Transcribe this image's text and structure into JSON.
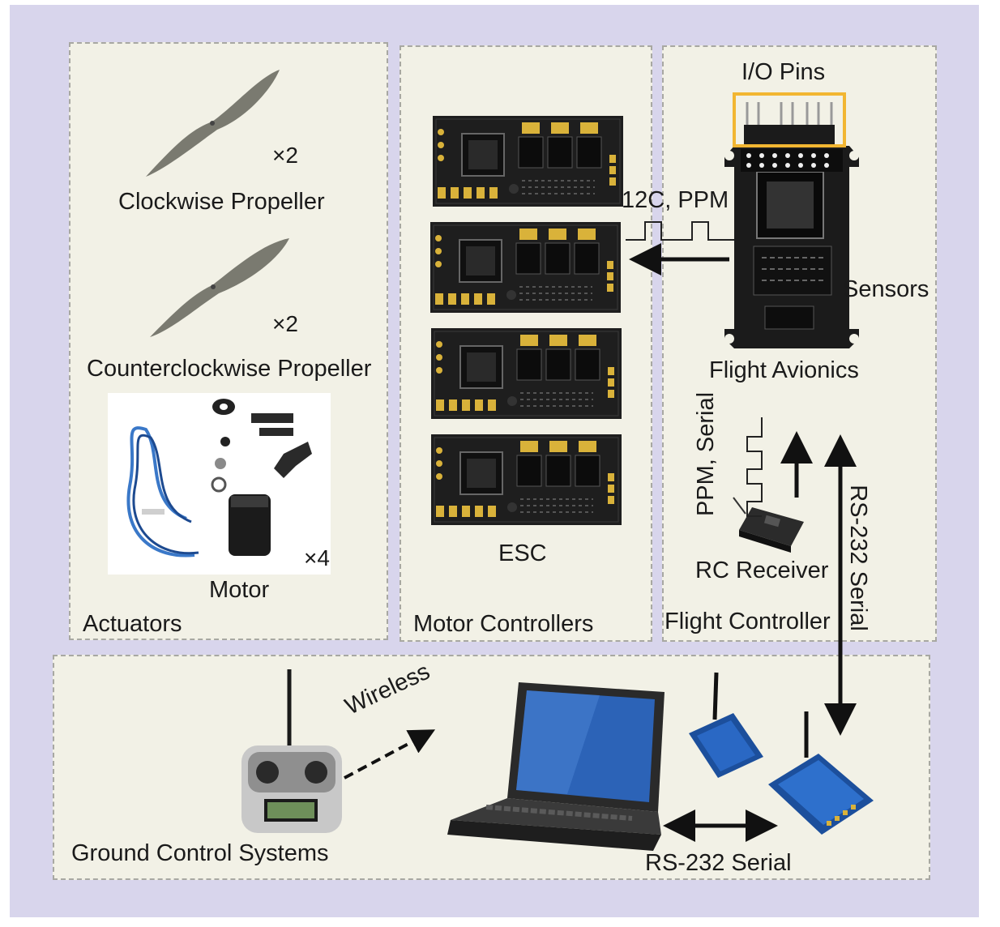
{
  "panels": {
    "actuators": "Actuators",
    "motor_controllers": "Motor Controllers",
    "flight_controller": "Flight Controller",
    "ground_control": "Ground Control Systems"
  },
  "actuators": {
    "cw_propeller_label": "Clockwise Propeller",
    "cw_propeller_count": "×2",
    "ccw_propeller_label": "Counterclockwise Propeller",
    "ccw_propeller_count": "×2",
    "motor_label": "Motor",
    "motor_count": "×4"
  },
  "motor_controllers": {
    "esc_label": "ESC",
    "esc_units": 4
  },
  "flight_controller": {
    "io_pins_label": "I/O Pins",
    "sensors_label": "Sensors",
    "avionics_label": "Flight Avionics",
    "rc_receiver_label": "RC Receiver"
  },
  "links": {
    "to_esc": "12C, PPM",
    "receiver_to_avionics": "PPM, Serial",
    "avionics_to_xbee": "RS-232 Serial",
    "laptop_to_xbee": "RS-232 Serial",
    "transmitter_to_laptop": "Wireless"
  },
  "colors": {
    "background": "#d8d5ec",
    "panel": "#f2f1e6",
    "io_pins_highlight": "#f2b632",
    "board": "#1c1c1c",
    "arrow": "#111111"
  },
  "icons": [
    "propeller-icon",
    "motor-icon",
    "esc-board-icon",
    "flight-avionics-board-icon",
    "rc-receiver-icon",
    "rc-transmitter-icon",
    "laptop-icon",
    "xbee-radio-icon"
  ]
}
